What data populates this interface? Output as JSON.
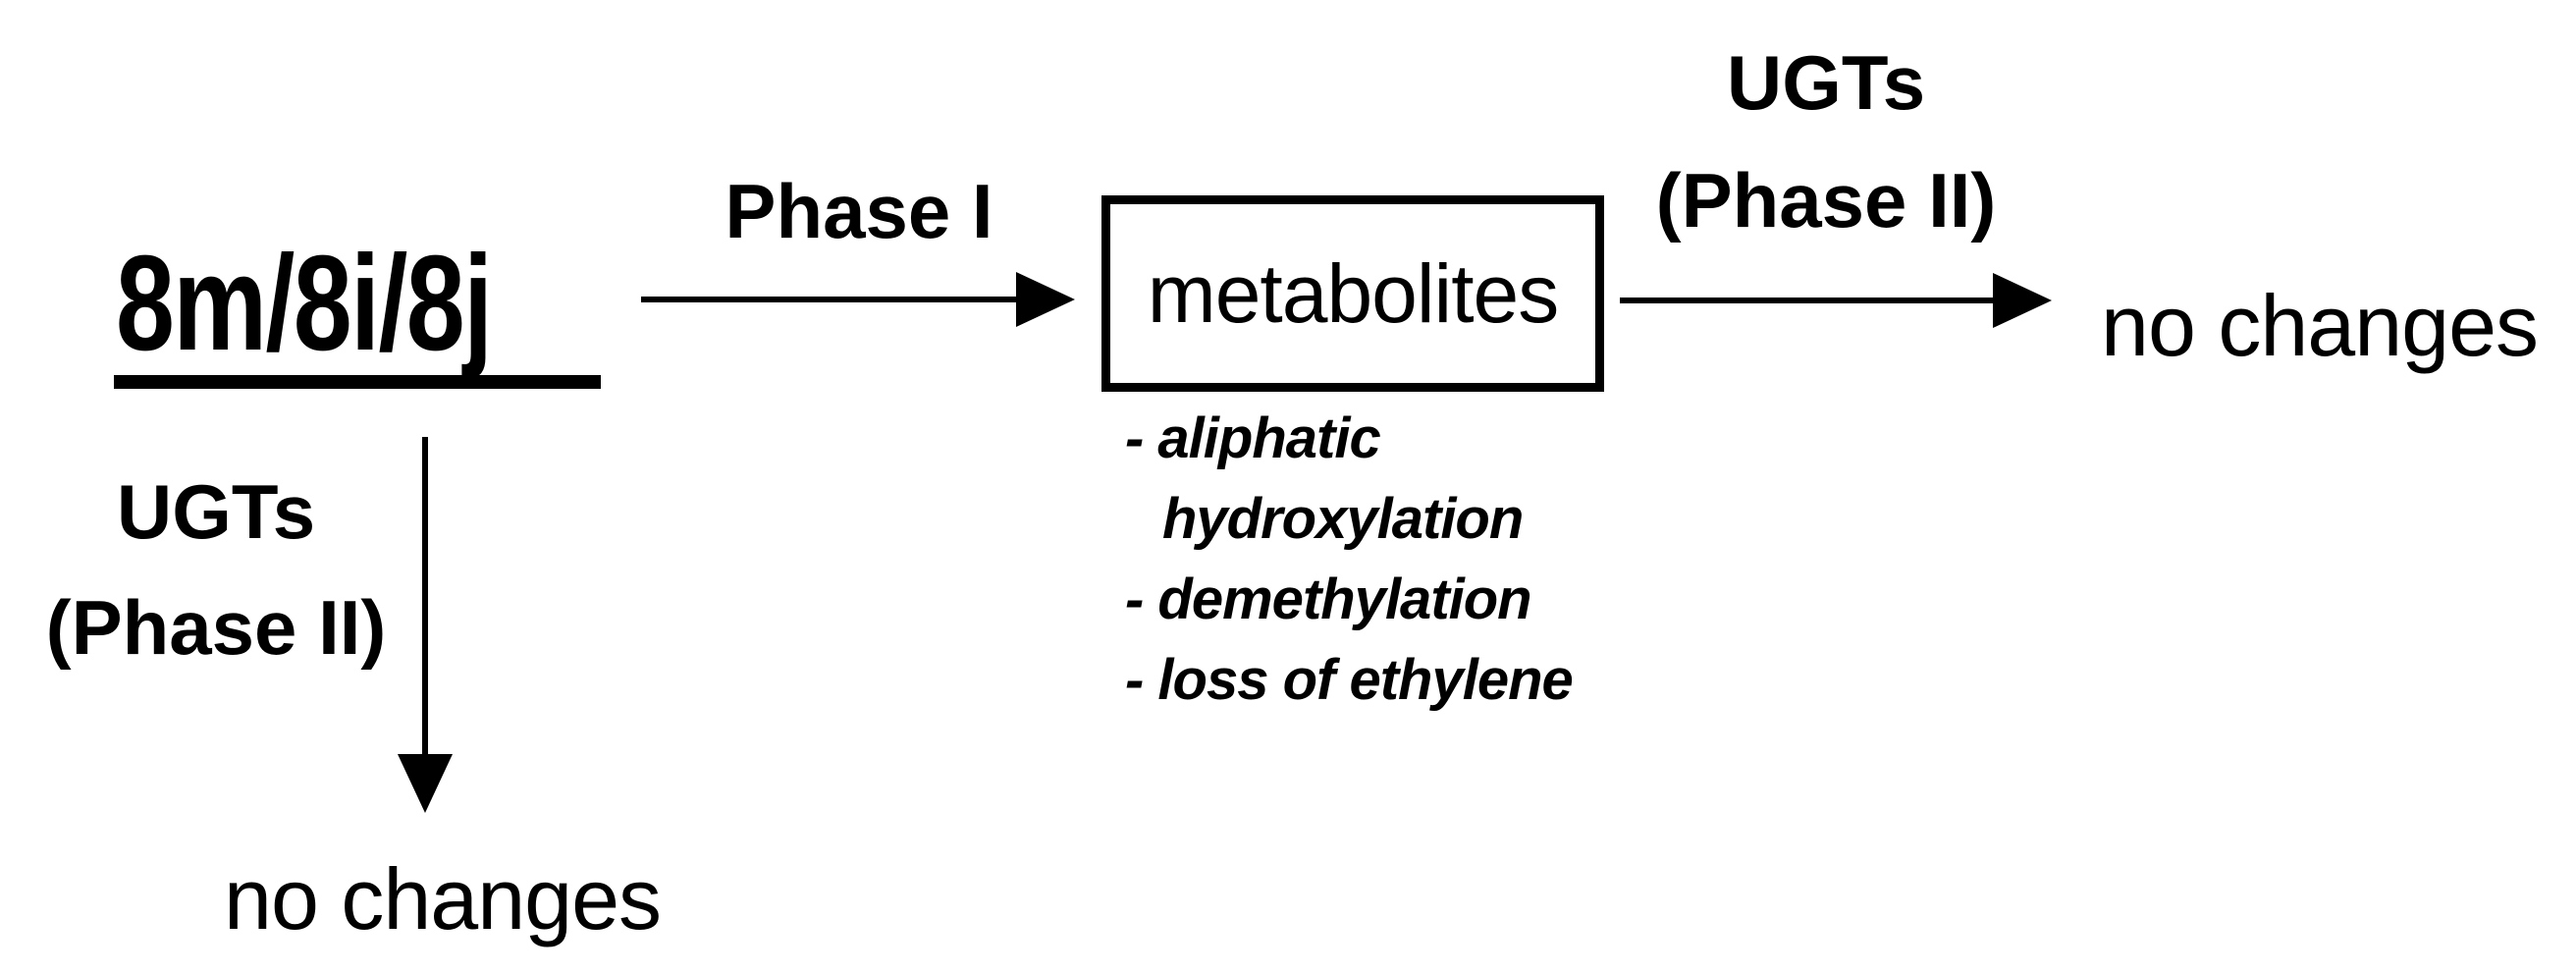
{
  "diagram": {
    "background_color": "#ffffff",
    "ink_color": "#000000",
    "compound_label": "8m/8i/8j",
    "phase1": {
      "label": "Phase I"
    },
    "metabolites_box": {
      "label": "metabolites"
    },
    "metabolite_notes": [
      "- aliphatic",
      "hydroxylation",
      "- demethylation",
      "- loss of ethylene"
    ],
    "ugt_right": {
      "line1": "UGTs",
      "line2": "(Phase II)",
      "result": "no changes"
    },
    "ugt_down": {
      "line1": "UGTs",
      "line2": "(Phase II)",
      "result": "no changes"
    },
    "icons": {
      "phase1_arrow": "arrow-right",
      "ugt_right_arrow": "arrow-right",
      "ugt_down_arrow": "arrow-down"
    }
  }
}
